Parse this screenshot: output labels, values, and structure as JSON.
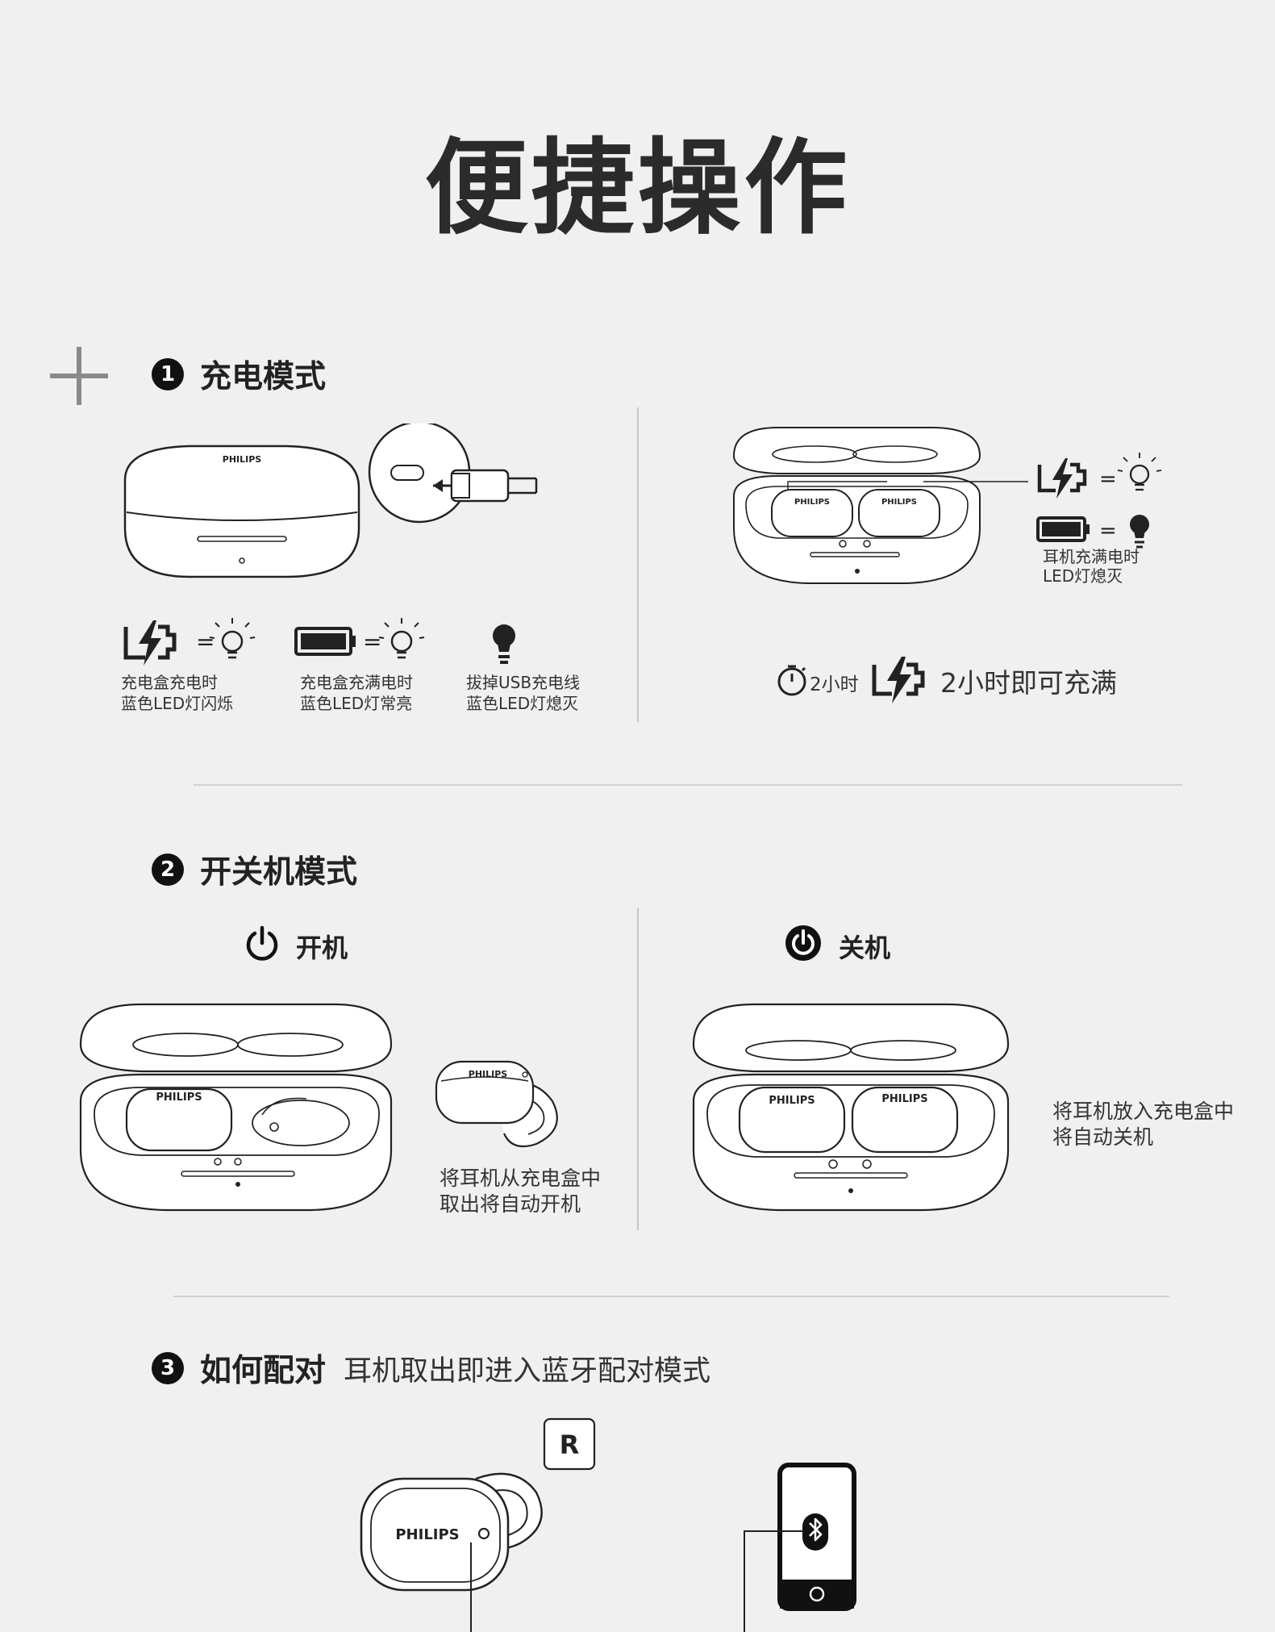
{
  "page_title": "便捷操作",
  "brand": "PHILIPS",
  "sections": [
    {
      "number": "1",
      "title": "充电模式",
      "captions": [
        {
          "line1": "充电盒充电时",
          "line2": "蓝色LED灯闪烁"
        },
        {
          "line1": "充电盒充满电时",
          "line2": "蓝色LED灯常亮"
        },
        {
          "line1": "拔掉USB充电线",
          "line2": "蓝色LED灯熄灭"
        }
      ],
      "earbud_caption": {
        "line1": "耳机充满电时",
        "line2": "LED灯熄灭"
      },
      "equals": "=",
      "time_label": "2小时",
      "full_text": "2小时即可充满"
    },
    {
      "number": "2",
      "title": "开关机模式",
      "power_on": {
        "label": "开机",
        "line1": "将耳机从充电盒中",
        "line2": "取出将自动开机"
      },
      "power_off": {
        "label": "关机",
        "line1": "将耳机放入充电盒中",
        "line2": "将自动关机"
      }
    },
    {
      "number": "3",
      "title": "如何配对",
      "subtitle": "耳机取出即进入蓝牙配对模式",
      "right_marker": "R"
    }
  ]
}
